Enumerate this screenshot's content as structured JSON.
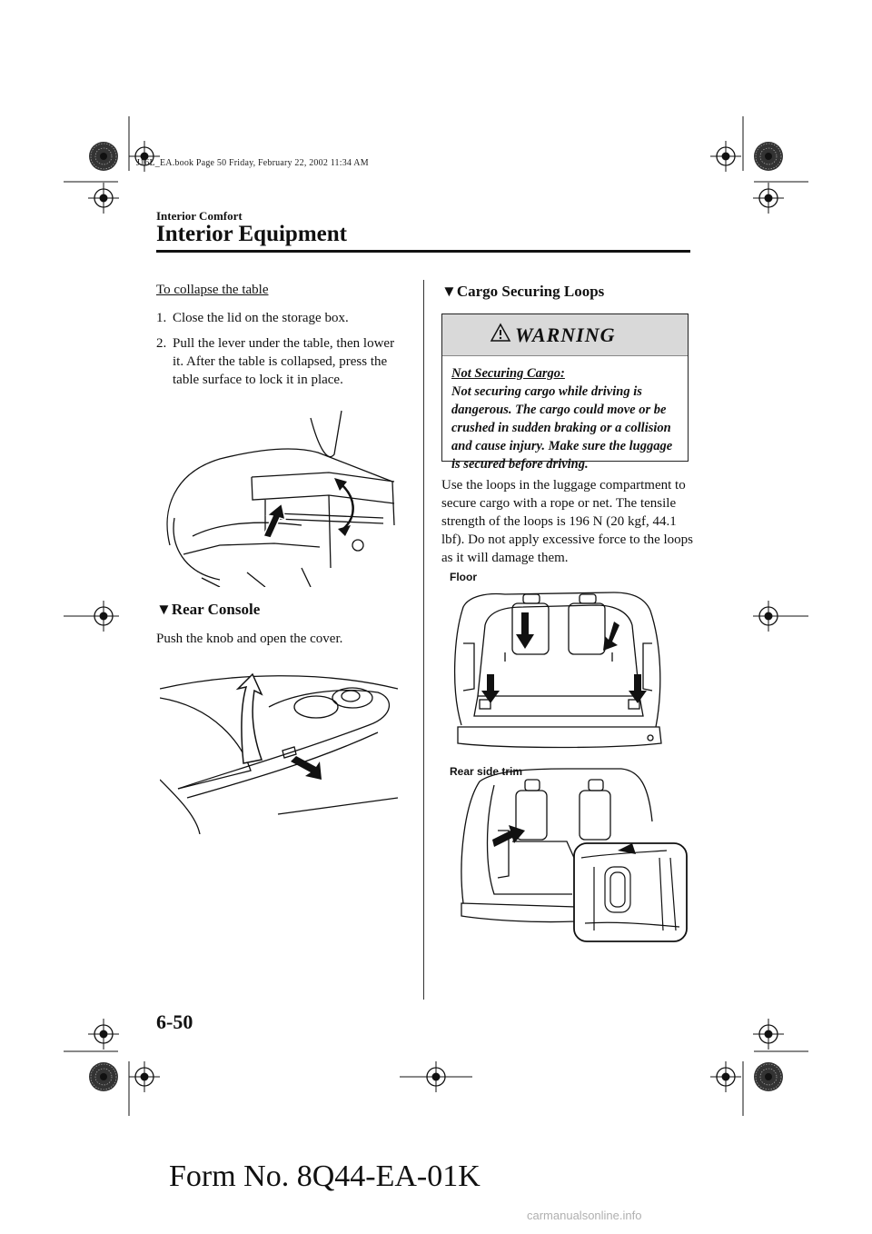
{
  "book_info": "J16L_EA.book  Page 50  Friday, February 22, 2002  11:34 AM",
  "header": {
    "section": "Interior Comfort",
    "title": "Interior Equipment"
  },
  "left_column": {
    "collapse_subhead": "To collapse the table",
    "steps": [
      {
        "num": "1.",
        "text": "Close the lid on the storage box."
      },
      {
        "num": "2.",
        "text": "Pull the lever under the table, then lower it. After the table is collapsed, press the table surface to lock it in place."
      }
    ],
    "rear_console_heading": "▼Rear Console",
    "rear_console_text": "Push the knob and open the cover."
  },
  "right_column": {
    "cargo_heading": "▼Cargo Securing Loops",
    "warning": {
      "label": "WARNING",
      "subtitle": "Not Securing Cargo:",
      "text": "Not securing cargo while driving is dangerous. The cargo could move or be crushed in sudden braking or a collision and cause injury. Make sure the luggage is secured before driving."
    },
    "body_text": "Use the loops in the luggage compartment to secure cargo with a rope or net. The tensile strength of the loops is 196 N (20 kgf, 44.1 lbf). Do not apply excessive force to the loops as it will damage them.",
    "figure_labels": {
      "floor": "Floor",
      "rear_side_trim": "Rear side trim"
    }
  },
  "footer": {
    "page_number": "6-50",
    "form_number": "Form No. 8Q44-EA-01K",
    "watermark": "carmanualsonline.info"
  },
  "icons": {
    "warning": "warning-triangle-icon",
    "registration": "registration-mark-icon"
  },
  "colors": {
    "ink": "#111111",
    "warning_header": "#d9d9d9",
    "watermark": "#b0b0b0"
  }
}
